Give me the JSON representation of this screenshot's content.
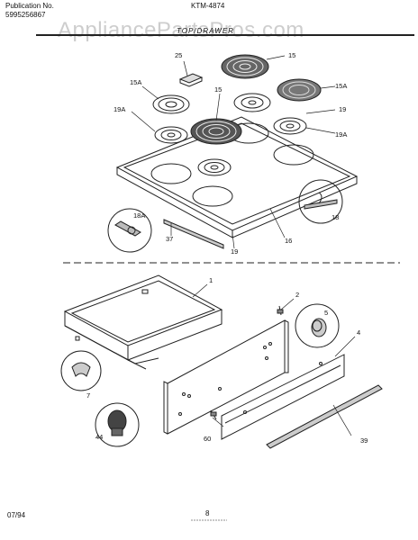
{
  "header": {
    "publication_label": "Publication No.",
    "publication_no": "5995256867",
    "model": "KTM-4874",
    "section": "TOP/DRAWER"
  },
  "watermark": "AppliancePartsPros.com",
  "callouts": {
    "c25": "25",
    "c15_top": "15",
    "c15A_left": "15A",
    "c15A_right": "15A",
    "c15_mid": "15",
    "c19A_left": "19A",
    "c19_right": "19",
    "c19A_right": "19A",
    "c18A": "18A",
    "c18": "18",
    "c37": "37",
    "c19_bottom": "19",
    "c16": "16",
    "c1": "1",
    "c2": "2",
    "c5": "5",
    "c4": "4",
    "c7": "7",
    "c44": "44",
    "c60": "60",
    "c39": "39"
  },
  "footer": {
    "date": "07/94",
    "page": "8"
  }
}
